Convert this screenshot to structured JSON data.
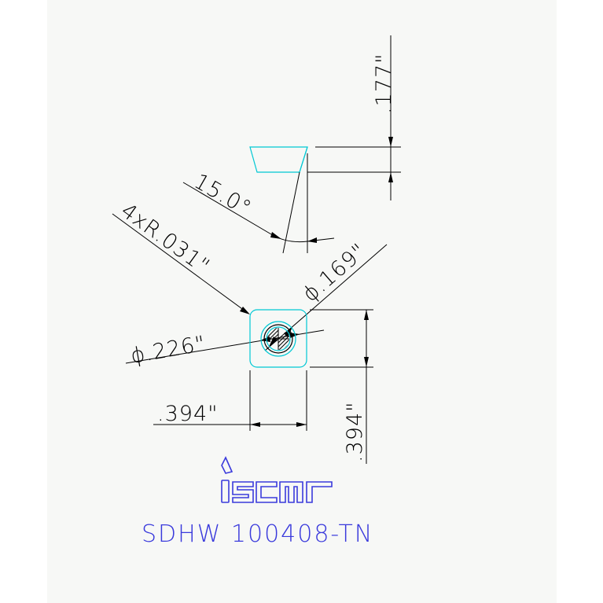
{
  "drawing": {
    "angle_label": "15.0°",
    "corner_radius_label": "4xR.031\"",
    "hole_diameter_label": "ϕ.169\"",
    "counterbore_diameter_label": "ϕ.226\"",
    "width_label": ".394\"",
    "height_label": ".394\"",
    "thickness_label": ".177\"",
    "brand_text": "iscar",
    "model_code": "SDHW 100408-TN"
  },
  "colors": {
    "background": "#ffffff",
    "page_panel": "#f7f8f6",
    "dimension_lines": "#000000",
    "part_outline": "#00c8d4",
    "brand_blue": "#3a3adc"
  }
}
